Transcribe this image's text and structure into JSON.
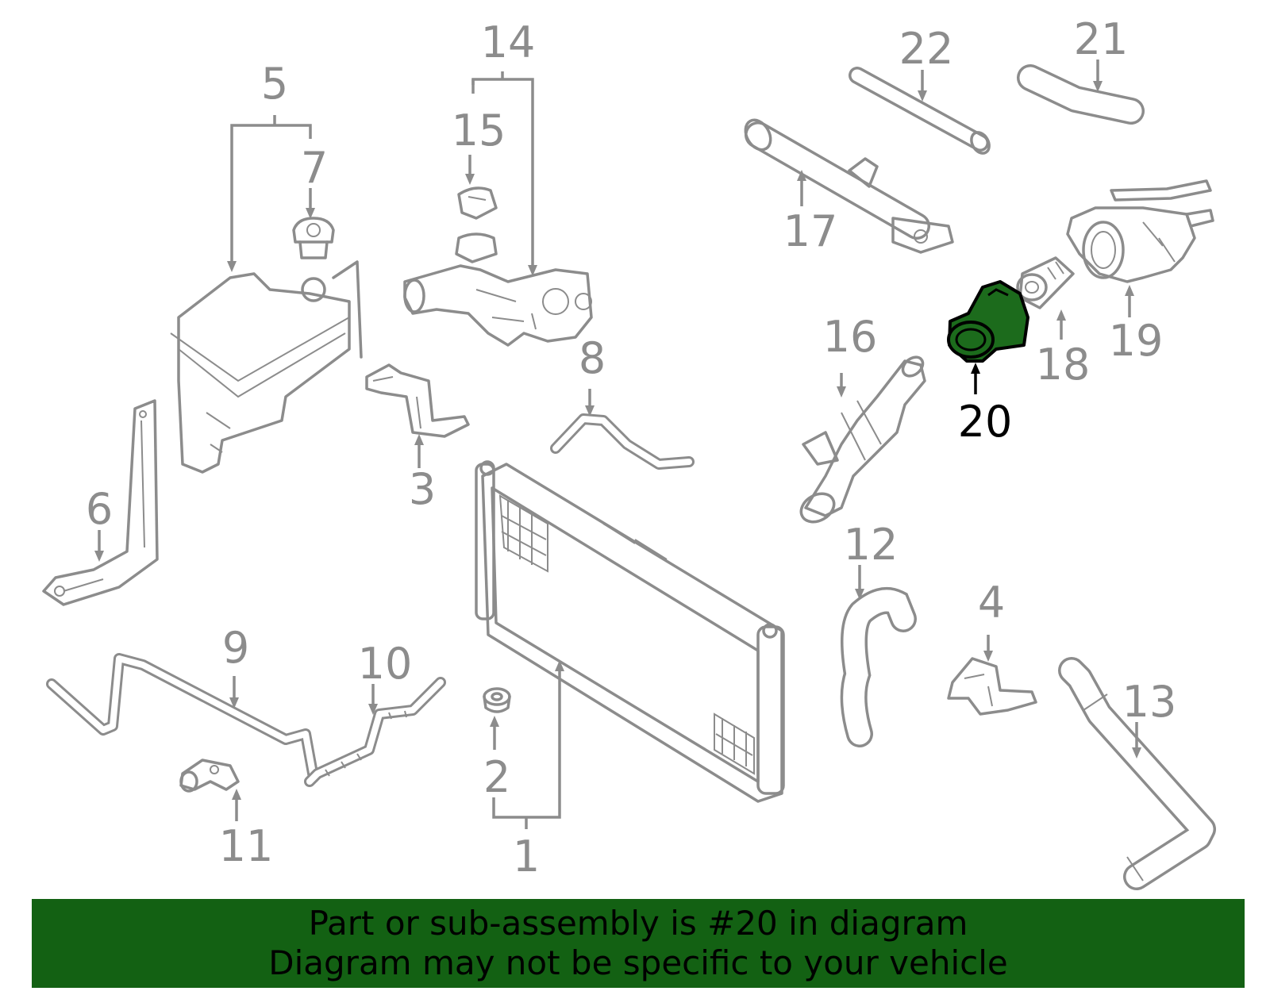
{
  "callouts": [
    {
      "id": "1",
      "highlighted": false
    },
    {
      "id": "2",
      "highlighted": false
    },
    {
      "id": "3",
      "highlighted": false
    },
    {
      "id": "4",
      "highlighted": false
    },
    {
      "id": "5",
      "highlighted": false
    },
    {
      "id": "6",
      "highlighted": false
    },
    {
      "id": "7",
      "highlighted": false
    },
    {
      "id": "8",
      "highlighted": false
    },
    {
      "id": "9",
      "highlighted": false
    },
    {
      "id": "10",
      "highlighted": false
    },
    {
      "id": "11",
      "highlighted": false
    },
    {
      "id": "12",
      "highlighted": false
    },
    {
      "id": "13",
      "highlighted": false
    },
    {
      "id": "14",
      "highlighted": false
    },
    {
      "id": "15",
      "highlighted": false
    },
    {
      "id": "16",
      "highlighted": false
    },
    {
      "id": "17",
      "highlighted": false
    },
    {
      "id": "18",
      "highlighted": false
    },
    {
      "id": "19",
      "highlighted": false
    },
    {
      "id": "20",
      "highlighted": true
    },
    {
      "id": "21",
      "highlighted": false
    },
    {
      "id": "22",
      "highlighted": false
    }
  ],
  "colors": {
    "line_art": "#8c8c8c",
    "highlight_part": "#1c6b1c",
    "highlight_label": "#000000",
    "banner_background": "#136113"
  },
  "banner": {
    "line1": "Part or sub-assembly is #20 in diagram",
    "line2": "Diagram may not be specific to your vehicle"
  }
}
